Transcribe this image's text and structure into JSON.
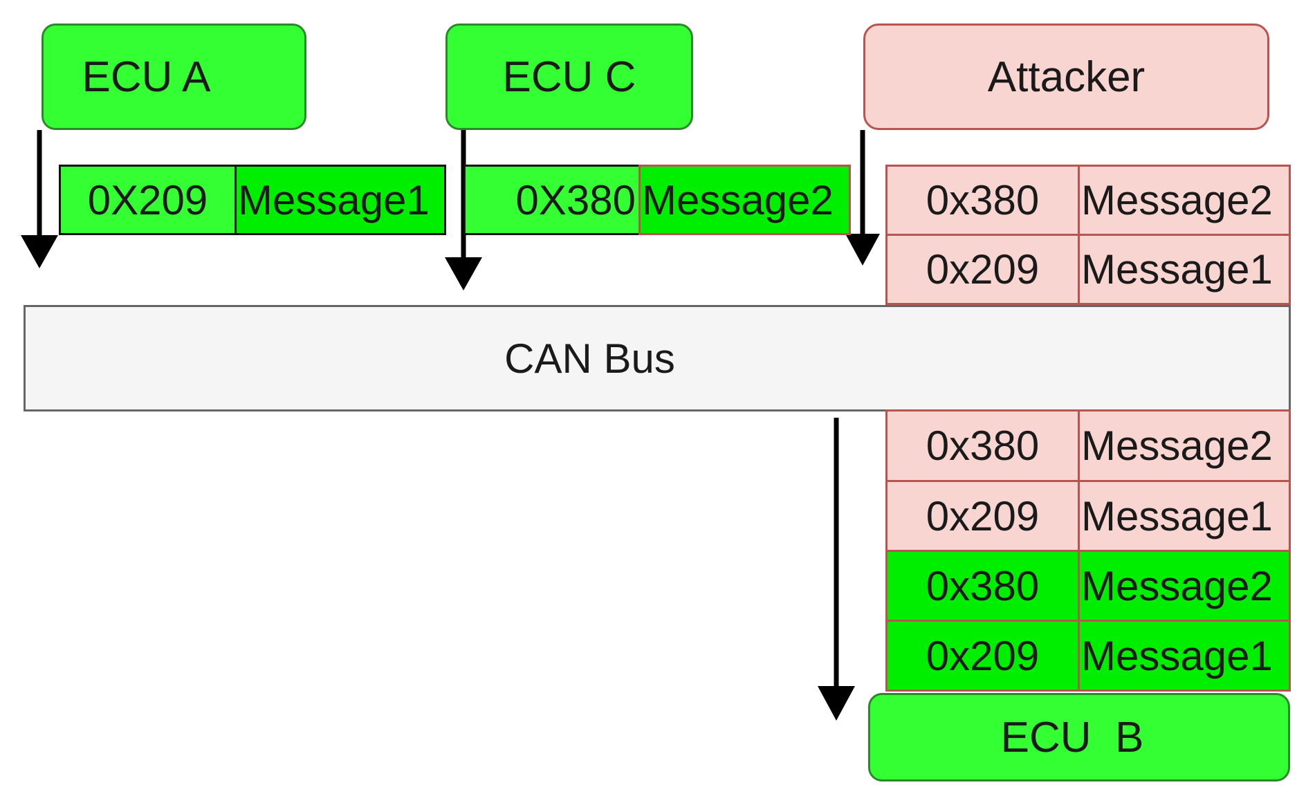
{
  "nodes": {
    "ecu_a": "ECU A",
    "ecu_c": "ECU C",
    "attacker": "Attacker",
    "can_bus": "CAN Bus",
    "ecu_b": "ECU  B"
  },
  "ecu_a_frame": {
    "id": "0X209",
    "message": "Message1"
  },
  "ecu_c_frame": {
    "id": "0X380",
    "message": "Message2"
  },
  "attacker_frames": [
    {
      "id": "0x380",
      "message": "Message2"
    },
    {
      "id": "0x209",
      "message": "Message1"
    }
  ],
  "ecu_b_frames": [
    {
      "id": "0x380",
      "message": "Message2",
      "source": "attacker"
    },
    {
      "id": "0x209",
      "message": "Message1",
      "source": "attacker"
    },
    {
      "id": "0x380",
      "message": "Message2",
      "source": "legitimate"
    },
    {
      "id": "0x209",
      "message": "Message1",
      "source": "legitimate"
    }
  ],
  "colors": {
    "ecu_fill": "#33ff33",
    "legit_frame_fill": "#00ee00",
    "attacker_fill": "#f8d5d0",
    "attacker_border": "#b85450",
    "bus_fill": "#f5f5f5"
  }
}
